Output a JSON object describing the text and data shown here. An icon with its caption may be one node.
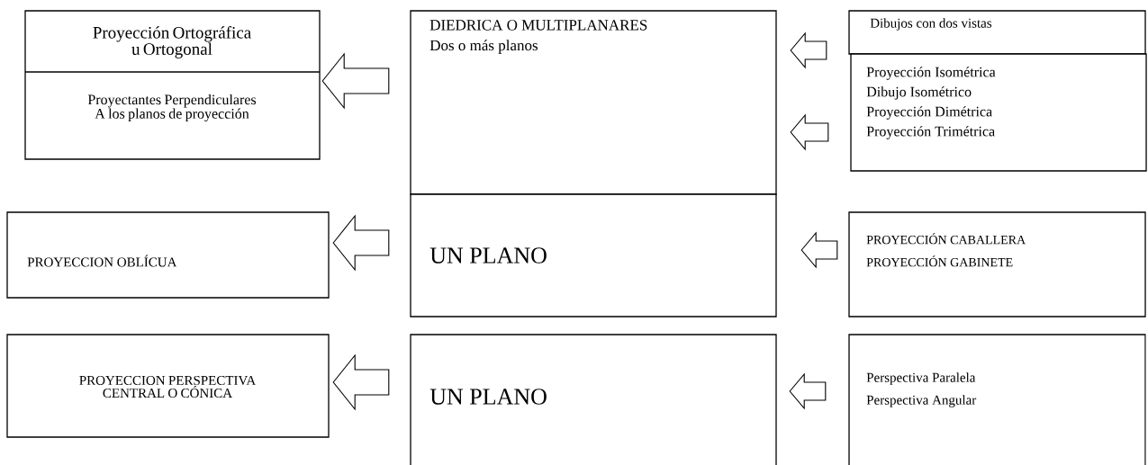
{
  "diagram": {
    "nodes": [
      {
        "text": [
          "Proyección Ortográfica u Ortogonal",
          "Proyectantes Perpendiculares A los planos de proyección"
        ]
      },
      {
        "text": [
          "DIEDRICA O MULTIPLANARES",
          "Dos o más planos"
        ]
      },
      {
        "text": [
          "Dibujos con dos vistas"
        ]
      },
      {
        "text": [
          "Proyección Isométrica",
          "Dibujo Isométrico",
          "Proyección Dimétrica",
          "Proyección Trimétrica"
        ]
      },
      {
        "text": [
          "PROYECCION OBLÍCUA"
        ]
      },
      {
        "text": [
          "UN PLANO"
        ]
      },
      {
        "text": [
          "PROYECCIÓN CABALLERA",
          "PROYECCIÓN GABINETE"
        ]
      },
      {
        "text": [
          "PROYECCION PERSPECTIVA CENTRAL O CÓNICA"
        ]
      },
      {
        "text": [
          "UN PLANO"
        ]
      },
      {
        "text": [
          "Perspectiva Paralela",
          "Perspectiva Angular"
        ]
      }
    ],
    "edges": [
      {
        "from": 1,
        "to": 0,
        "arrow": "to"
      },
      {
        "from": 2,
        "to": 1,
        "arrow": "to"
      },
      {
        "from": 3,
        "to": 1,
        "arrow": "to"
      },
      {
        "from": 5,
        "to": 4,
        "arrow": "to"
      },
      {
        "from": 6,
        "to": 5,
        "arrow": "to"
      },
      {
        "from": 8,
        "to": 7,
        "arrow": "to"
      },
      {
        "from": 9,
        "to": 8,
        "arrow": "to"
      }
    ]
  }
}
